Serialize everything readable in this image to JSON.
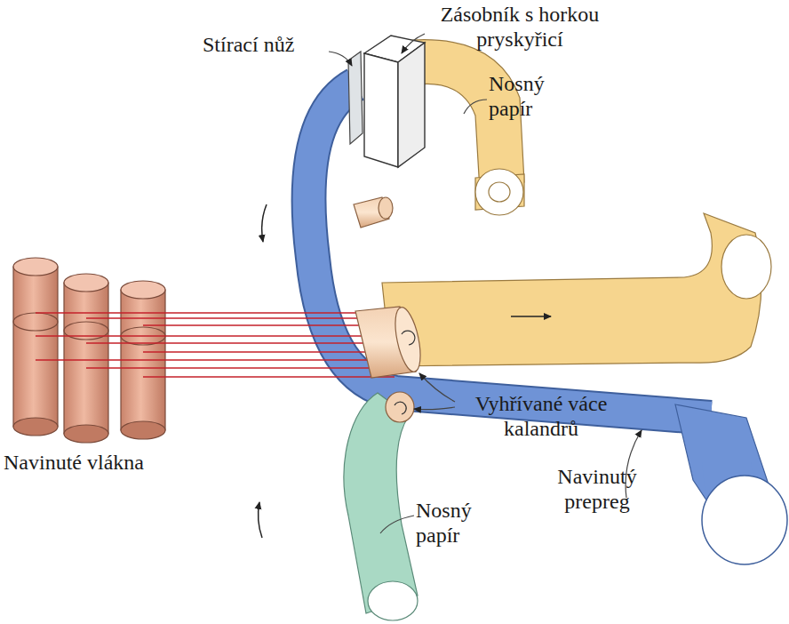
{
  "diagram": {
    "labels": [
      "Zásobník s horkou pryskyřicí",
      "Stírací nůž",
      "Nosný papír",
      "Navinuté vlákna",
      "Vyhřívané váce kalandrů",
      "Navinutý prepreg",
      "Nosný papír"
    ]
  }
}
